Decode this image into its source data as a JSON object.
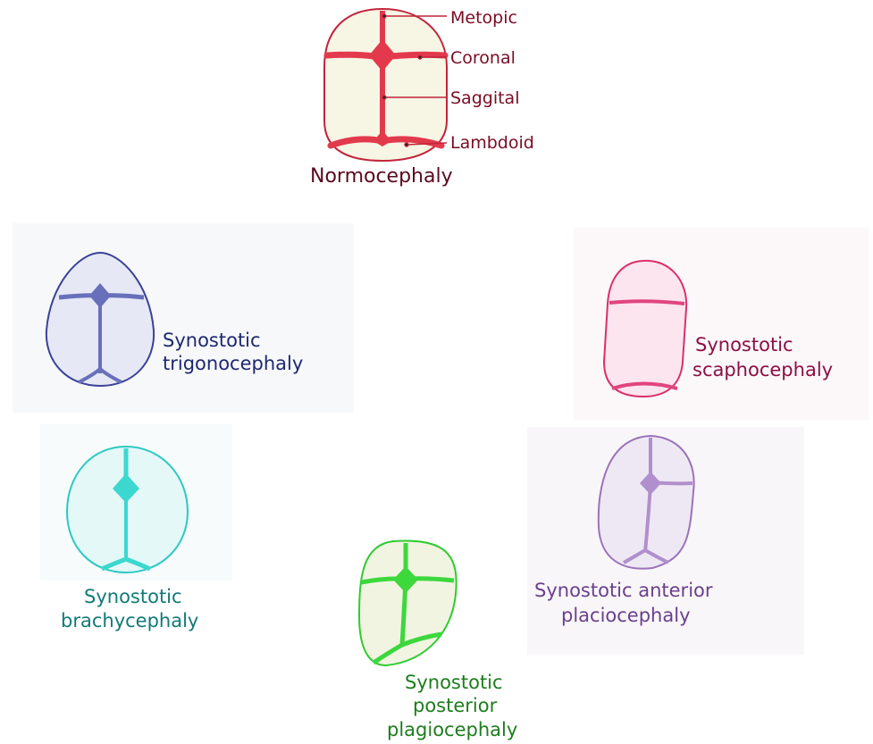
{
  "normal": {
    "title": "Normocephaly",
    "labels": {
      "metopic": "Metopic",
      "coronal": "Coronal",
      "saggital": "Saggital",
      "lambdoid": "Lambdoid"
    }
  },
  "trigonocephaly": {
    "line1": "Synostotic",
    "line2": "trigonocephaly"
  },
  "scaphocephaly": {
    "line1": "Synostotic",
    "line2": "scaphocephaly"
  },
  "brachycephaly": {
    "line1": "Synostotic",
    "line2": "brachycephaly"
  },
  "anterior_plagiocephaly": {
    "line1": "Synostotic anterior",
    "line2": "placiocephaly"
  },
  "posterior_plagiocephaly": {
    "line1": "Synostotic",
    "line2": "posterior",
    "line3": "plagiocephaly"
  },
  "colors": {
    "normal": "#d8283f",
    "normal_text": "#7a0c24",
    "trigonocephaly": "#3b4296",
    "trigonocephaly_text": "#1e2870",
    "scaphocephaly": "#e0457e",
    "scaphocephaly_text": "#8c0f45",
    "brachycephaly": "#3cd8d0",
    "brachycephaly_text": "#117a78",
    "anterior_plagiocephaly": "#9b72b8",
    "anterior_plagiocephaly_text": "#6b3f8c",
    "posterior_plagiocephaly": "#3cd83c",
    "posterior_plagiocephaly_text": "#1d7d1d"
  }
}
